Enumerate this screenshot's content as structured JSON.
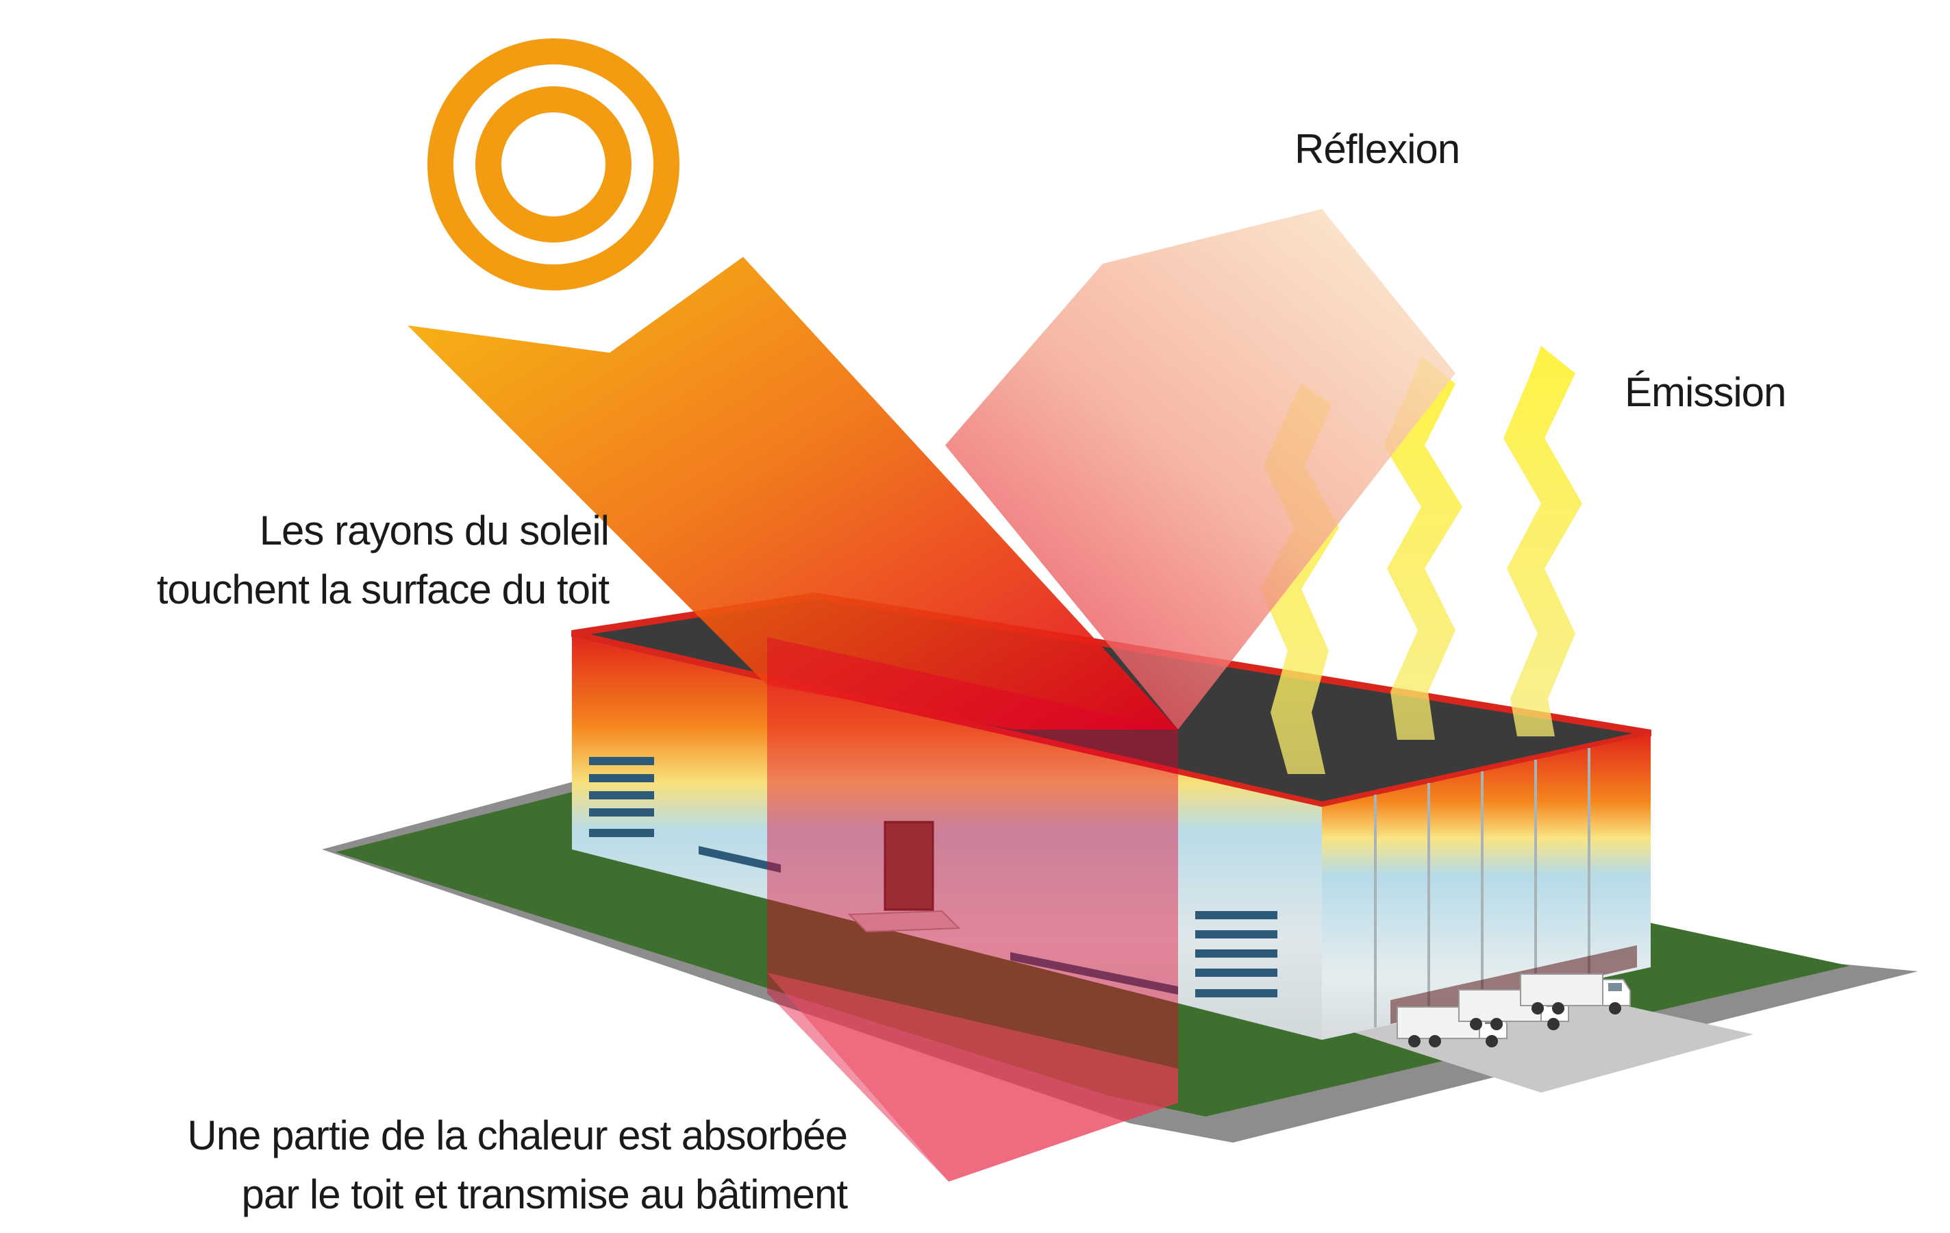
{
  "labels": {
    "reflection": "Réflexion",
    "emission": "Émission",
    "sun_rays": [
      "Les rayons du soleil",
      "touchent la surface du toit"
    ],
    "absorbed": [
      "Une partie de la chaleur est absorbée",
      "par le toit et transmise au bâtiment"
    ]
  },
  "icons": {
    "sun": "sun-icon",
    "truck": "truck-icon"
  },
  "colors": {
    "sun": "#f39c12",
    "incoming_ray_start": "#f7b500",
    "incoming_ray_end": "#e3001b",
    "reflected_ray": "#ef4d5d",
    "emission_waves": "#fff04a",
    "roof": "#3b3b3b",
    "lawn": "#3f6f2e",
    "wall_cool": "#b9dbe6",
    "wall_hot": "#e8231a"
  }
}
